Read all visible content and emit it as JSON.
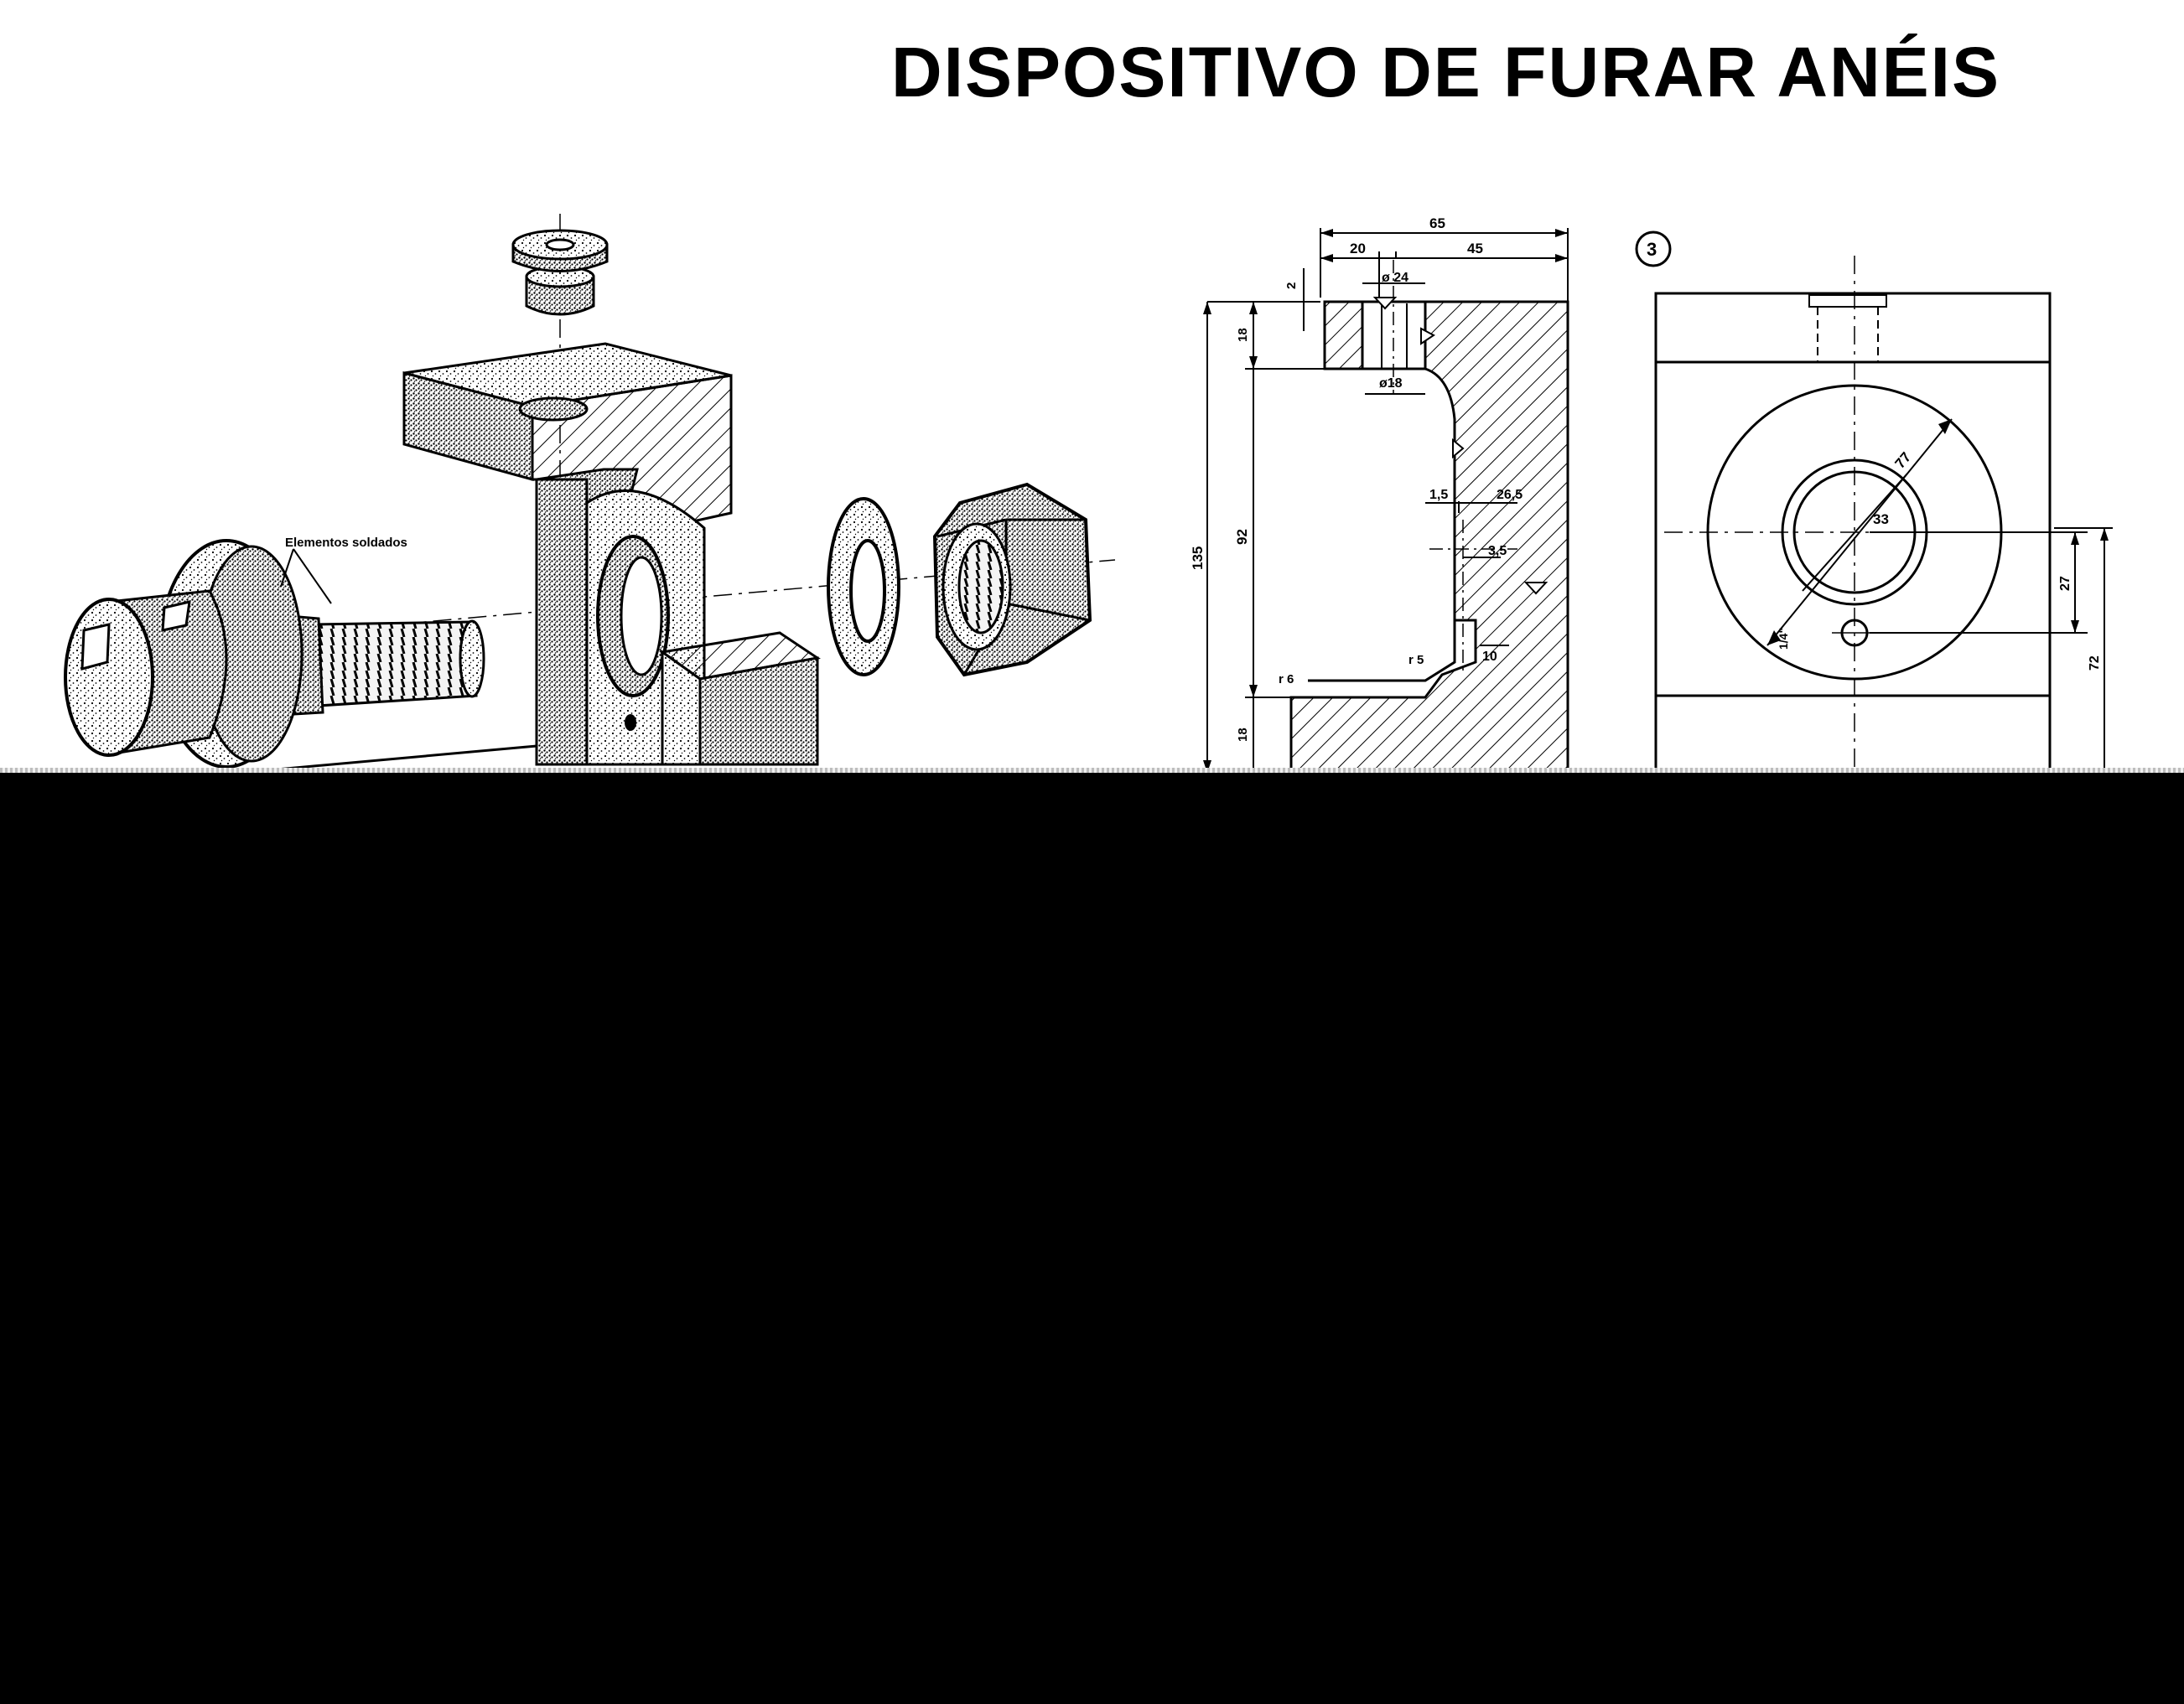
{
  "title": "DISPOSITIVO DE FURAR ANÉIS",
  "isometric": {
    "label": "Elementos soldados"
  },
  "section_view": {
    "dimensions": {
      "overall_width": "65",
      "left_width": "20",
      "right_width": "45",
      "small_step": "2",
      "bore_diameter": "ø 24",
      "pilot_diameter": "ø18",
      "top_thickness": "18",
      "inner_height": "92",
      "total_height": "135",
      "bottom_thickness": "18",
      "gap_small": "1,5",
      "gap_large": "26,5",
      "offset": "3,5",
      "pin_depth": "10",
      "radius_left": "r 6",
      "radius_right": "r 5"
    }
  },
  "front_view": {
    "view_number": "3",
    "dimensions": {
      "outer_diameter": "77",
      "inner_diameter": "33",
      "hole_size": "1/4\"",
      "center_offset": "27",
      "center_height": "72"
    }
  },
  "colors": {
    "ink": "#000000",
    "background": "#ffffff",
    "masked_region": "#000000"
  }
}
